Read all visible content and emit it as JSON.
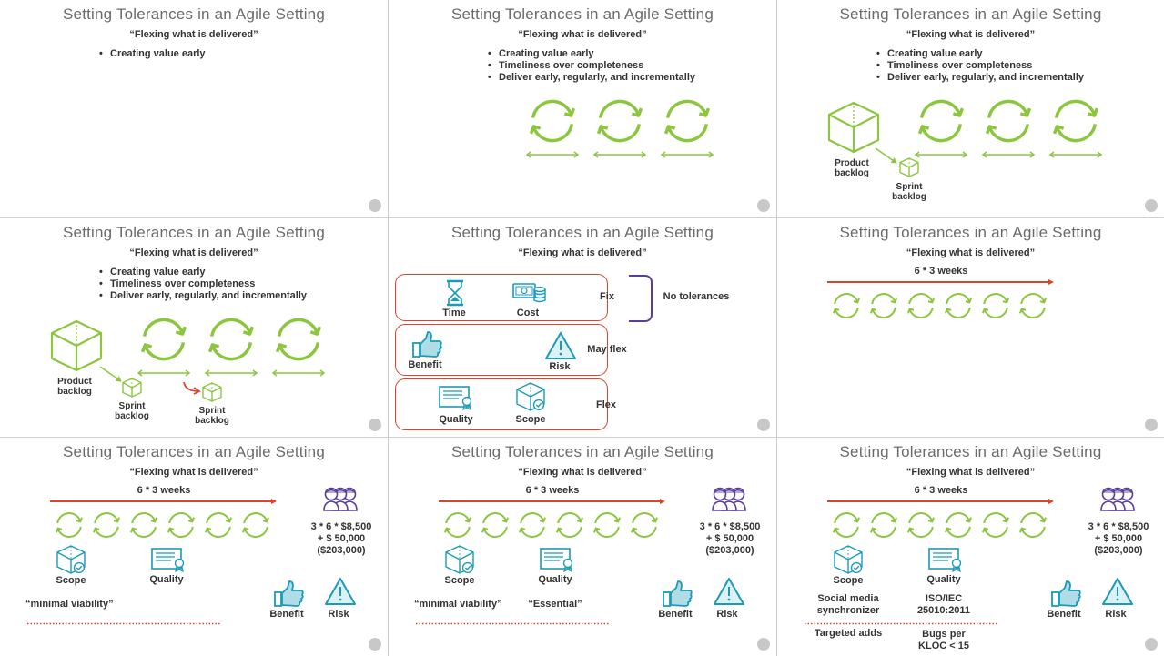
{
  "title": "Setting Tolerances in an Agile Setting",
  "subtitle": "“Flexing what is delivered”",
  "bullets": [
    "Creating value early",
    "Timeliness over completeness",
    "Deliver early, regularly, and incrementally"
  ],
  "labels": {
    "product_backlog": "Product backlog",
    "sprint_backlog": "Sprint backlog",
    "time": "Time",
    "cost": "Cost",
    "fix": "Fix",
    "no_tolerances": "No tolerances",
    "benefit": "Benefit",
    "risk": "Risk",
    "may_flex": "May flex",
    "quality": "Quality",
    "scope": "Scope",
    "flex": "Flex",
    "weeks": "6 * 3 weeks",
    "cost_line1": "3 * 6 * $8,500",
    "cost_line2": "+ $ 50,000",
    "cost_line3": "($203,000)",
    "minimal_viability": "“minimal viability”",
    "essential": "“Essential”",
    "social_media": "Social media synchronizer",
    "iso": "ISO/IEC 25010:2011",
    "targeted_adds": "Targeted adds",
    "bugs": "Bugs per KLOC < 15"
  },
  "colors": {
    "green": "#8cc63f",
    "red": "#d9442a",
    "blue": "#1b9bb8",
    "purple": "#5a3f9a",
    "title": "#6b6b6b"
  },
  "icons": [
    "cycle-arrow-icon",
    "cube-icon",
    "hourglass-icon",
    "money-icon",
    "thumbs-up-icon",
    "warning-icon",
    "certificate-icon",
    "team-icon",
    "presenter-logo-icon"
  ]
}
